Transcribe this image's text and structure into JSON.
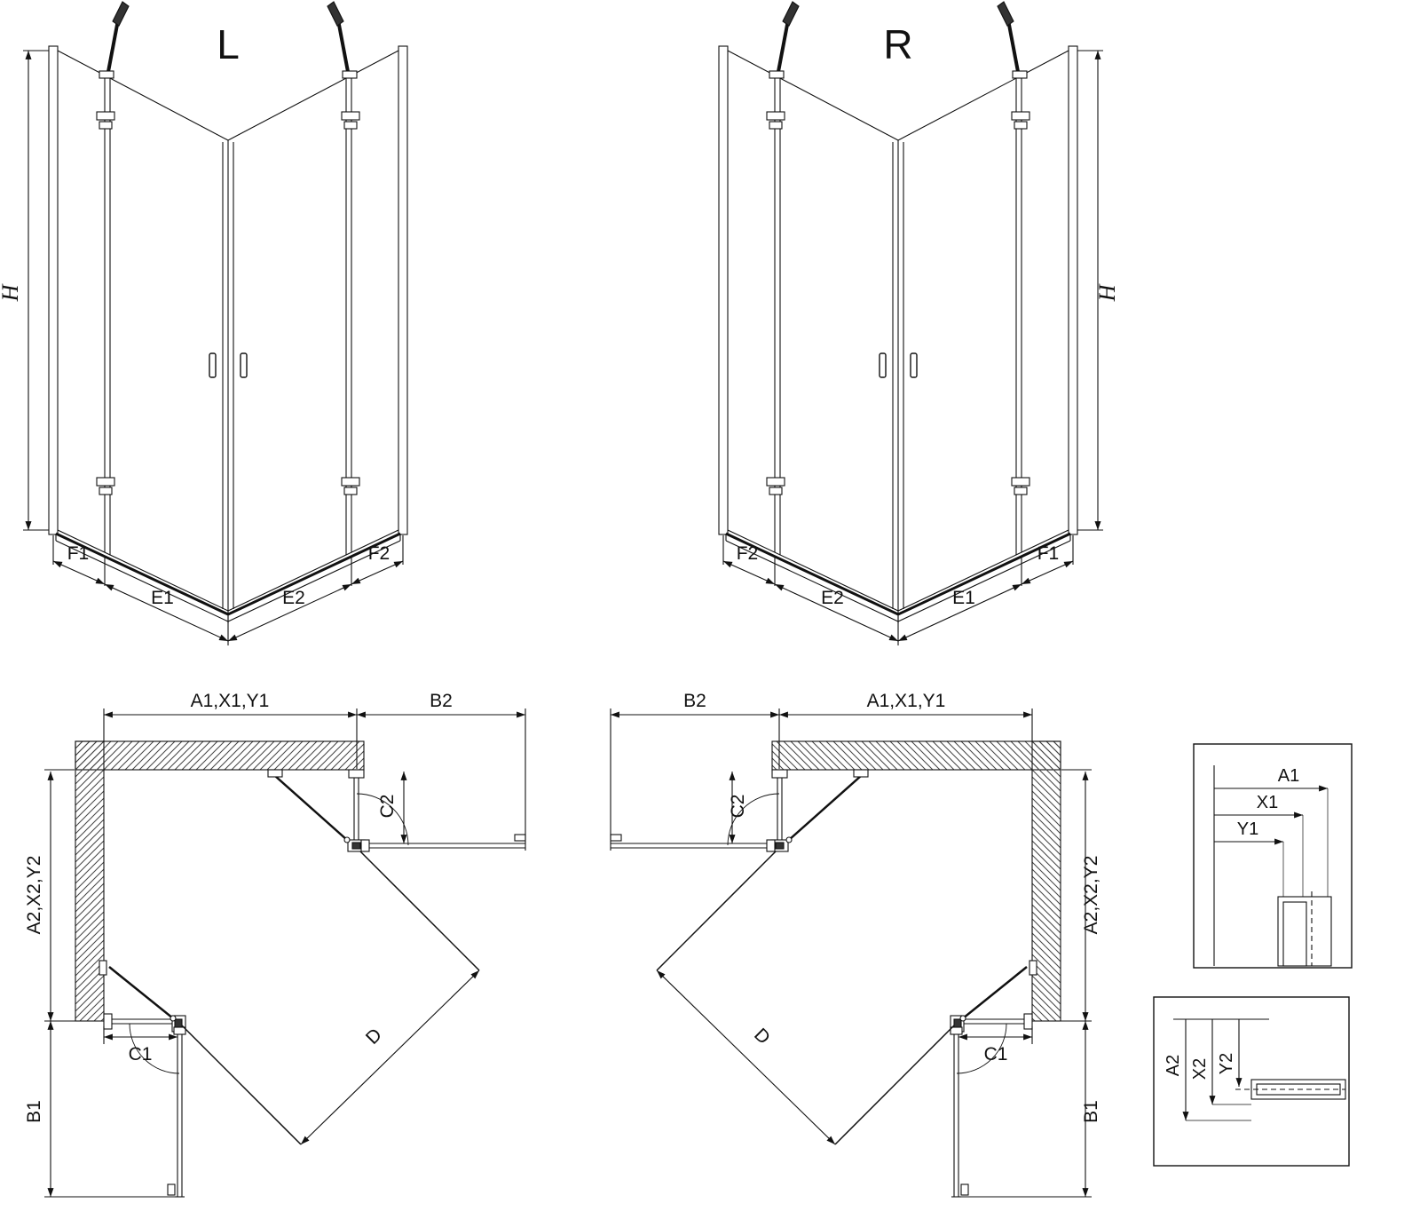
{
  "front_views": {
    "left": {
      "label": "L",
      "height_label": "H",
      "segments": [
        "F1",
        "E1",
        "E2",
        "F2"
      ]
    },
    "right": {
      "label": "R",
      "height_label": "H",
      "segments": [
        "F2",
        "E2",
        "E1",
        "F1"
      ]
    }
  },
  "plan_views": {
    "left": {
      "width_top": "A1,X1,Y1",
      "door_width_top": "B2",
      "panel_c2": "C2",
      "depth_side": "A2,X2,Y2",
      "panel_c1": "C1",
      "door_width_side": "B1",
      "diagonal": "D"
    },
    "right": {
      "width_top": "A1,X1,Y1",
      "door_width_top": "B2",
      "panel_c2": "C2",
      "depth_side": "A2,X2,Y2",
      "panel_c1": "C1",
      "door_width_side": "B1",
      "diagonal": "D"
    }
  },
  "details": {
    "top_profile": {
      "labels": [
        "A1",
        "X1",
        "Y1"
      ]
    },
    "bottom_profile": {
      "labels": [
        "A2",
        "X2",
        "Y2"
      ]
    }
  },
  "colors": {
    "line": "#111111",
    "background": "#ffffff"
  }
}
